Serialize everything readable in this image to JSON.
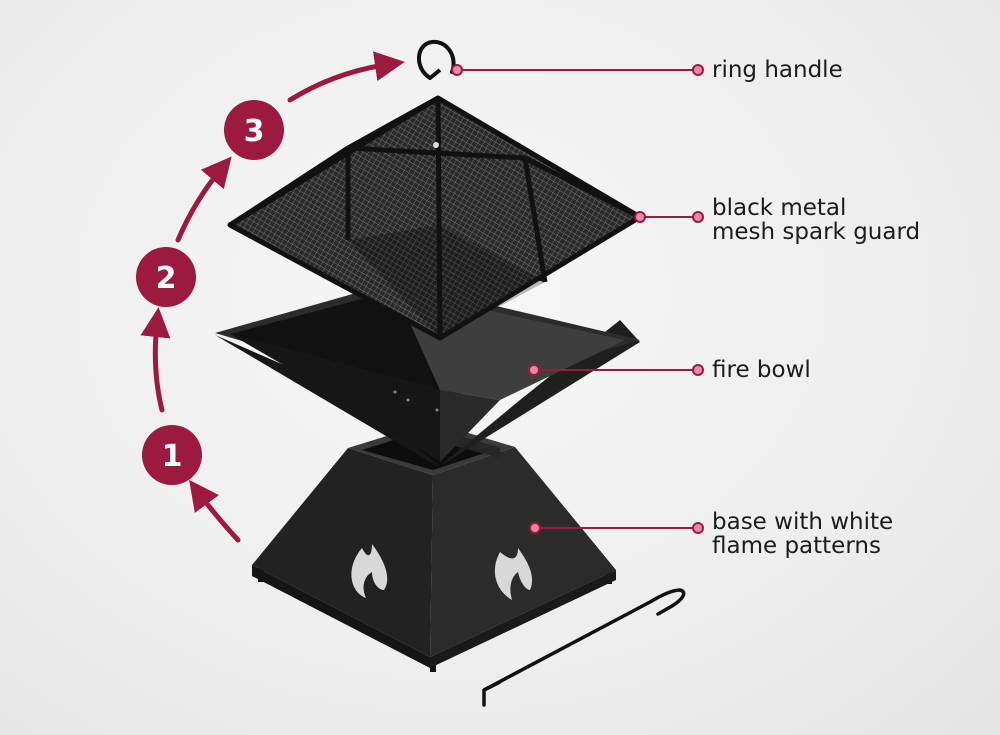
{
  "colors": {
    "accent": "#9c1a3f",
    "metal": "#1b1b1b",
    "background": "#ececec"
  },
  "steps": [
    {
      "number": "1"
    },
    {
      "number": "2"
    },
    {
      "number": "3"
    }
  ],
  "callouts": {
    "ring_handle": {
      "line1": "ring handle"
    },
    "spark_guard": {
      "line1": "black metal",
      "line2": "mesh spark guard"
    },
    "fire_bowl": {
      "line1": "fire bowl"
    },
    "base": {
      "line1": "base with white",
      "line2": "flame patterns"
    }
  },
  "icons": [
    "ring-handle-icon",
    "spark-guard-icon",
    "fire-bowl-icon",
    "base-icon",
    "flame-icon",
    "poker-icon"
  ]
}
